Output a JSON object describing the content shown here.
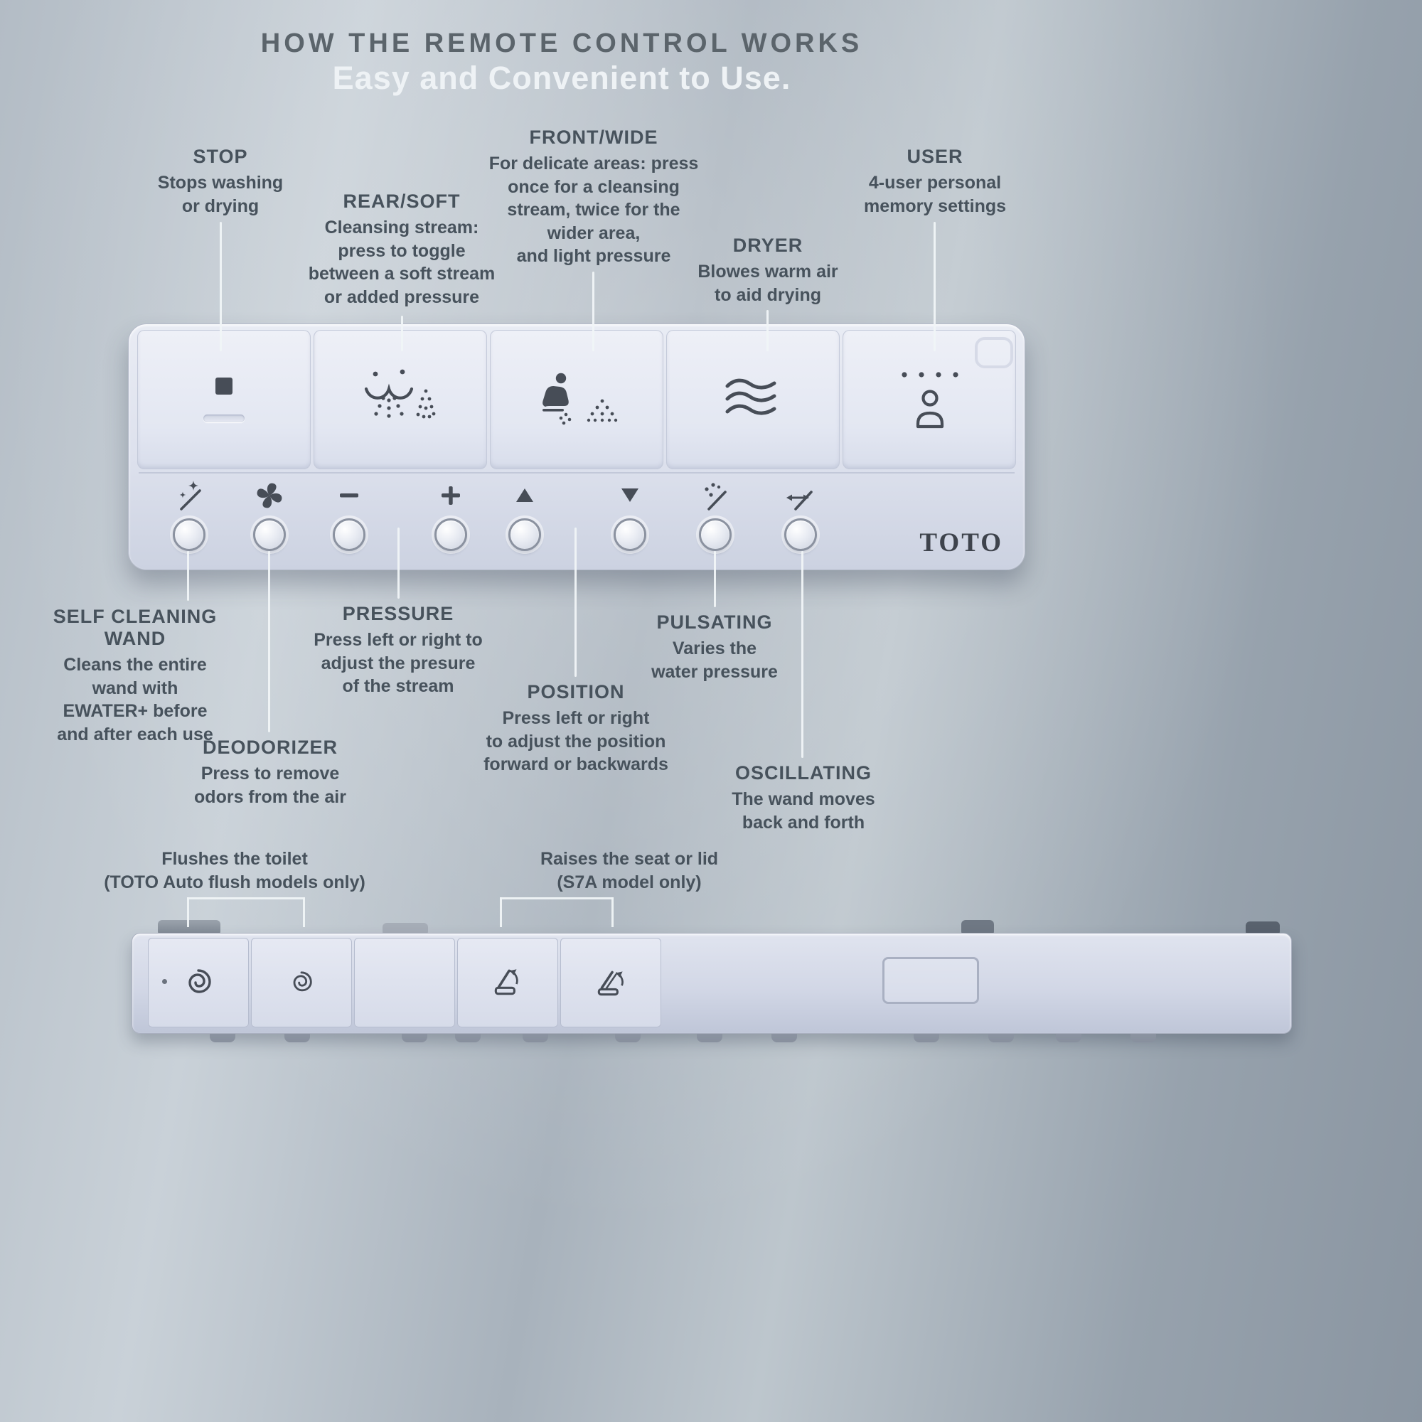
{
  "title": "HOW THE REMOTE CONTROL WORKS",
  "subtitle": "Easy and Convenient to Use.",
  "brand": "TOTO",
  "colors": {
    "background_light": "#c9d1d8",
    "background_dark": "#8a95a1",
    "title_text": "#5b646b",
    "subtitle_text": "#eef2f5",
    "heading_text": "#47525c",
    "leader_line": "#edf1f4",
    "remote_body": "#e3e7f1",
    "button_face": "#e9ecf5",
    "icon": "#474d57"
  },
  "callouts_top": [
    {
      "id": "stop",
      "heading": "STOP",
      "body": "Stops washing\nor drying"
    },
    {
      "id": "rear-soft",
      "heading": "REAR/SOFT",
      "body": "Cleansing stream:\npress to toggle\nbetween a soft stream\nor added pressure"
    },
    {
      "id": "front-wide",
      "heading": "FRONT/WIDE",
      "body": "For delicate areas: press\nonce for a cleansing\nstream,  twice for the\nwider area,\nand light pressure"
    },
    {
      "id": "dryer",
      "heading": "DRYER",
      "body": "Blowes warm air\nto aid drying"
    },
    {
      "id": "user",
      "heading": "USER",
      "body": "4-user personal\nmemory settings"
    }
  ],
  "callouts_bottom": [
    {
      "id": "self-cleaning-wand",
      "heading": "SELF CLEANING\nWAND",
      "body": "Cleans the entire\nwand with\nEWATER+ before\nand after each use"
    },
    {
      "id": "deodorizer",
      "heading": "DEODORIZER",
      "body": "Press to remove\nodors from the air"
    },
    {
      "id": "pressure",
      "heading": "PRESSURE",
      "body": "Press left or right to\nadjust the presure\nof the stream"
    },
    {
      "id": "position",
      "heading": "POSITION",
      "body": "Press left or right\nto adjust the position\nforward or backwards"
    },
    {
      "id": "pulsating",
      "heading": "PULSATING",
      "body": "Varies the\nwater pressure"
    },
    {
      "id": "oscillating",
      "heading": "OSCILLATING",
      "body": "The wand moves\nback and forth"
    }
  ],
  "side_labels": [
    {
      "id": "flush",
      "text": "Flushes the toilet\n(TOTO Auto flush models only)"
    },
    {
      "id": "seat",
      "text": "Raises the seat or lid\n(S7A model only)"
    }
  ],
  "remote_front": {
    "top_buttons": [
      "stop",
      "rear-soft",
      "front-wide",
      "dryer",
      "user"
    ],
    "lower_buttons": [
      "self-cleaning-wand",
      "deodorizer",
      "pressure-minus",
      "pressure-plus",
      "position-forward",
      "position-backward",
      "pulsating",
      "oscillating"
    ],
    "logo": "TOTO"
  },
  "remote_side": {
    "buttons": [
      "flush-full",
      "flush-light",
      "blank",
      "raise-lid",
      "raise-seat"
    ]
  },
  "icons": {
    "stop": "filled-square",
    "rear_soft": "rear-wash-spray",
    "front_wide": "seated-person-spray",
    "dryer": "warm-air-waves",
    "user": "person-outline-four-dots",
    "self_cleaning_wand": "wand-sparkles",
    "deodorizer": "fan",
    "pressure_minus": "−",
    "pressure_plus": "+",
    "position_forward": "▲",
    "position_backward": "▼",
    "pulsating": "wand-dots",
    "oscillating": "wand-arrows",
    "flush_full": "swirl",
    "flush_light": "swirl-small",
    "raise_lid": "seat-lid-arrow",
    "raise_seat": "seat-arrow"
  }
}
